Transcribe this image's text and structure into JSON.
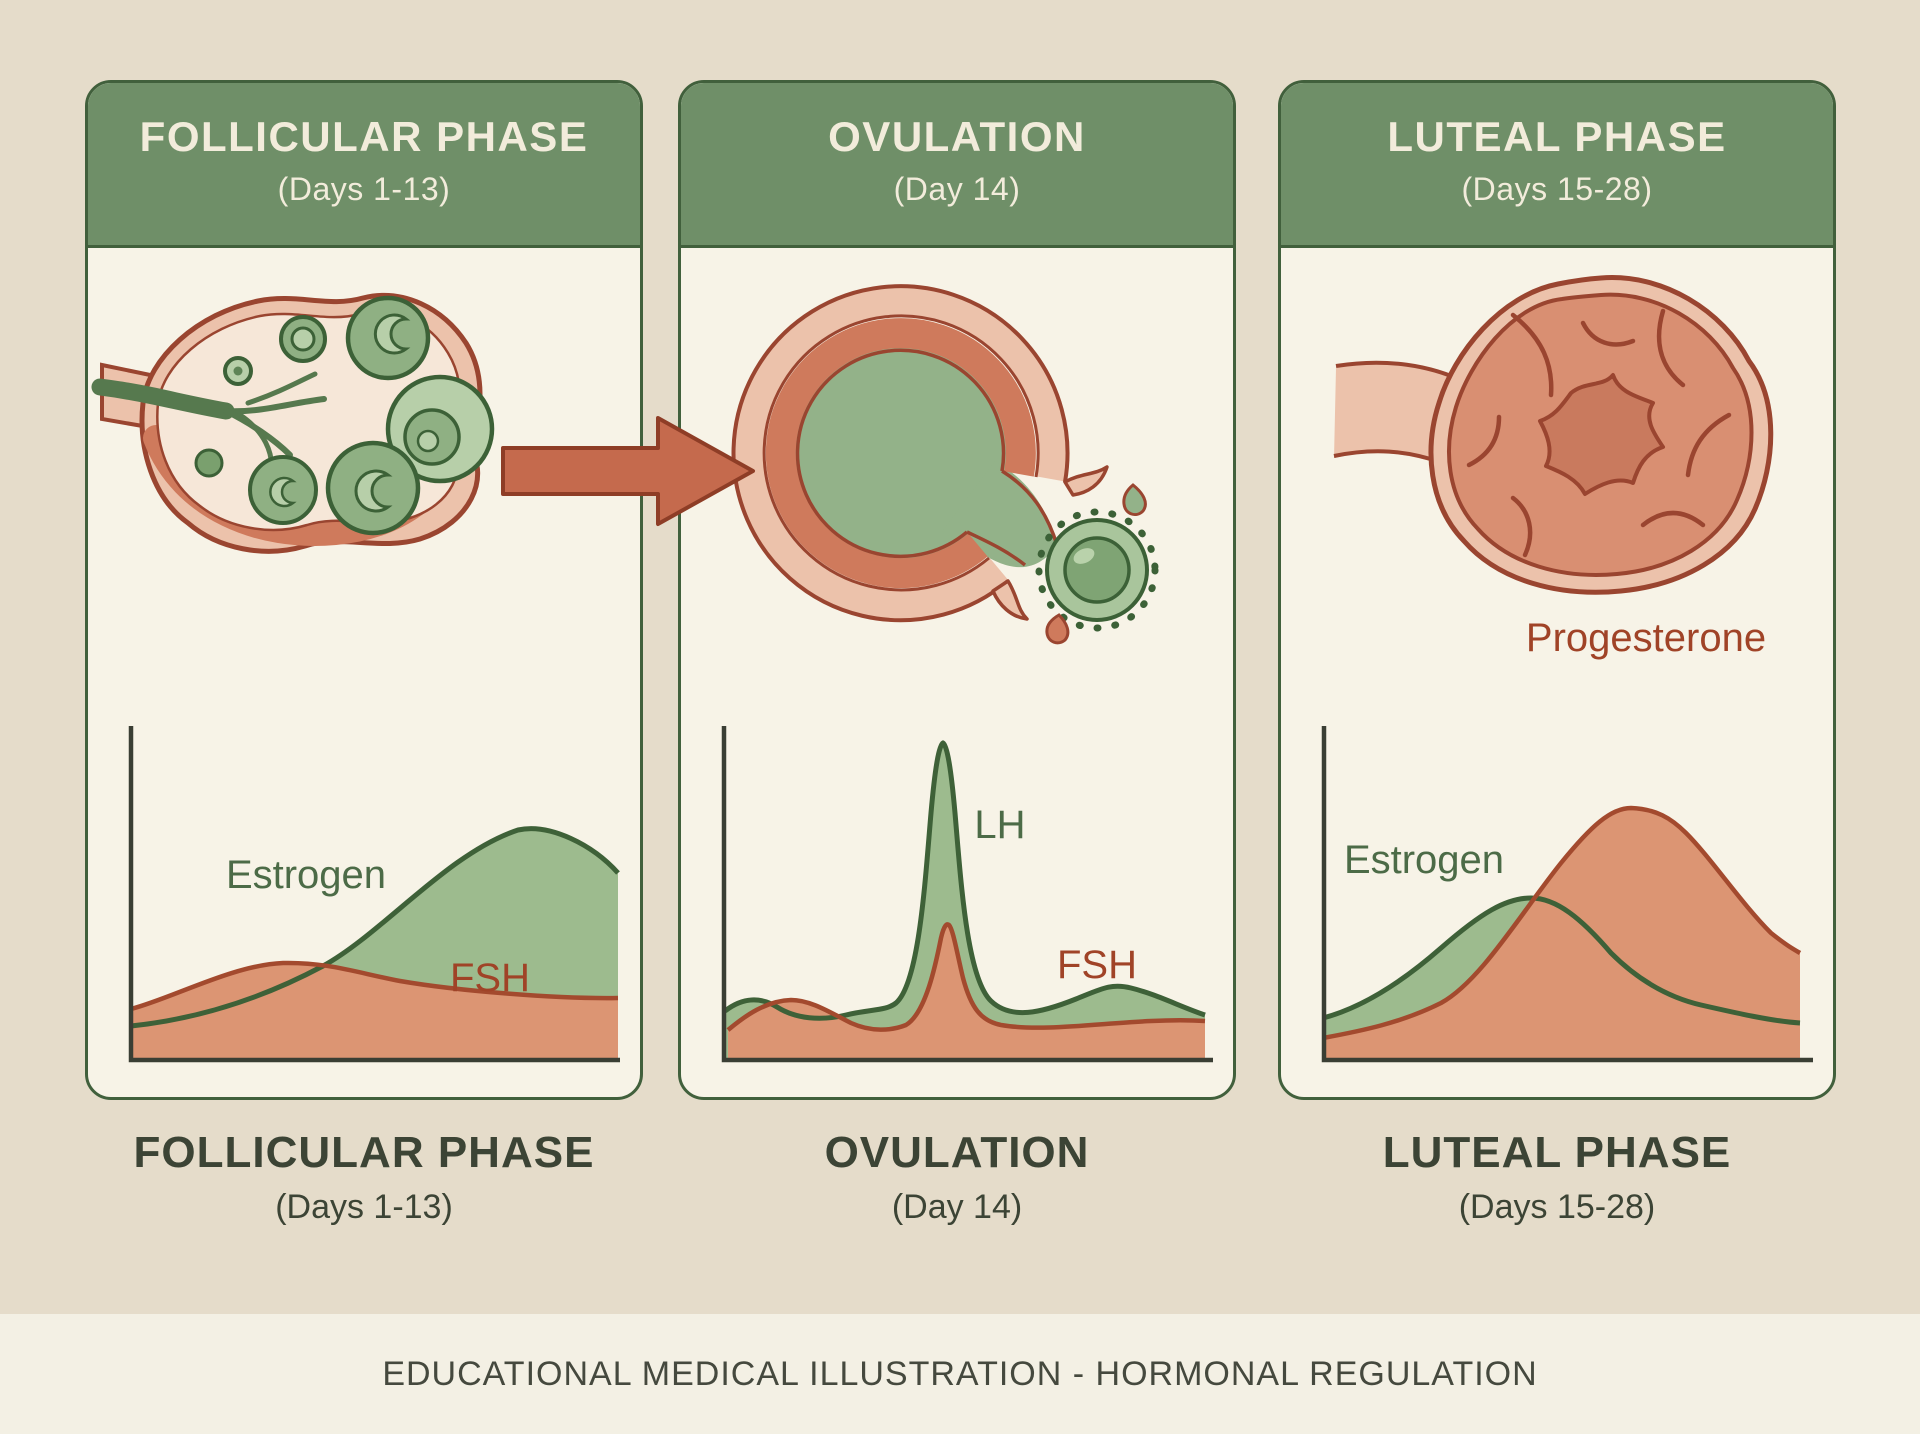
{
  "page": {
    "background_color": "#e5dcca",
    "footer_text": "EDUCATIONAL MEDICAL ILLUSTRATION - HORMONAL REGULATION"
  },
  "colors": {
    "panel_background": "#f7f3e7",
    "panel_border_green": "#41603c",
    "header_green": "#6f8f68",
    "header_text_cream": "#f2ecdb",
    "caption_text": "#3c4435",
    "footer_band": "#f3f0e4",
    "salmon_fill": "#dc9573",
    "salmon_deep": "#cf7a5c",
    "salmon_light": "#ecc2ab",
    "red_outline": "#9a4530",
    "sage_fill": "#9dbb8e",
    "green_outline": "#3e6138",
    "axis_color": "#3a3e34",
    "arrow_fill": "#c56a4d"
  },
  "arrow": {
    "name": "phase-transition-arrow",
    "direction": "right"
  },
  "panels": [
    {
      "id": "follicular",
      "header": {
        "title": "FOLLICULAR PHASE",
        "subtitle": "(Days 1-13)"
      },
      "caption": {
        "title": "FOLLICULAR PHASE",
        "subtitle": "(Days 1-13)"
      },
      "illustration": "ovary-with-developing-follicles",
      "chart": {
        "type": "area",
        "series": [
          {
            "name": "Estrogen",
            "line_color": "#3e6138",
            "fill_color": "#9dbb8e",
            "label_color": "#4c6b47",
            "trend": "starts low, rises steadily to a high dome peak late in the phase"
          },
          {
            "name": "FSH",
            "line_color": "#a34a2e",
            "fill_color": "#dc9573",
            "label_color": "#a04327",
            "trend": "small mid-phase bump then gentle decline"
          }
        ]
      }
    },
    {
      "id": "ovulation",
      "header": {
        "title": "OVULATION",
        "subtitle": "(Day 14)"
      },
      "caption": {
        "title": "OVULATION",
        "subtitle": "(Day 14)"
      },
      "illustration": "rupturing-follicle-releasing-egg",
      "chart": {
        "type": "area",
        "series": [
          {
            "name": "LH",
            "line_color": "#3e6138",
            "fill_color": "#9dbb8e",
            "label_color": "#4c6b47",
            "trend": "sharp tall surge spike at mid-cycle"
          },
          {
            "name": "FSH",
            "line_color": "#a34a2e",
            "fill_color": "#dc9573",
            "label_color": "#a04327",
            "trend": "smaller surge coincident with LH spike"
          }
        ]
      }
    },
    {
      "id": "luteal",
      "header": {
        "title": "LUTEAL PHASE",
        "subtitle": "(Days 15-28)"
      },
      "caption": {
        "title": "LUTEAL PHASE",
        "subtitle": "(Days 15-28)"
      },
      "illustration": "corpus-luteum",
      "chart": {
        "type": "area",
        "series": [
          {
            "name": "Estrogen",
            "line_color": "#3e6138",
            "fill_color": "#9dbb8e",
            "label_color": "#4c6b47",
            "trend": "moderate secondary dome early in phase then decline"
          },
          {
            "name": "Progesterone",
            "line_color": "#a34a2e",
            "fill_color": "#dc9573",
            "label_color": "#a04327",
            "trend": "broad high dome peaking mid-luteal phase then falling"
          }
        ]
      }
    }
  ]
}
